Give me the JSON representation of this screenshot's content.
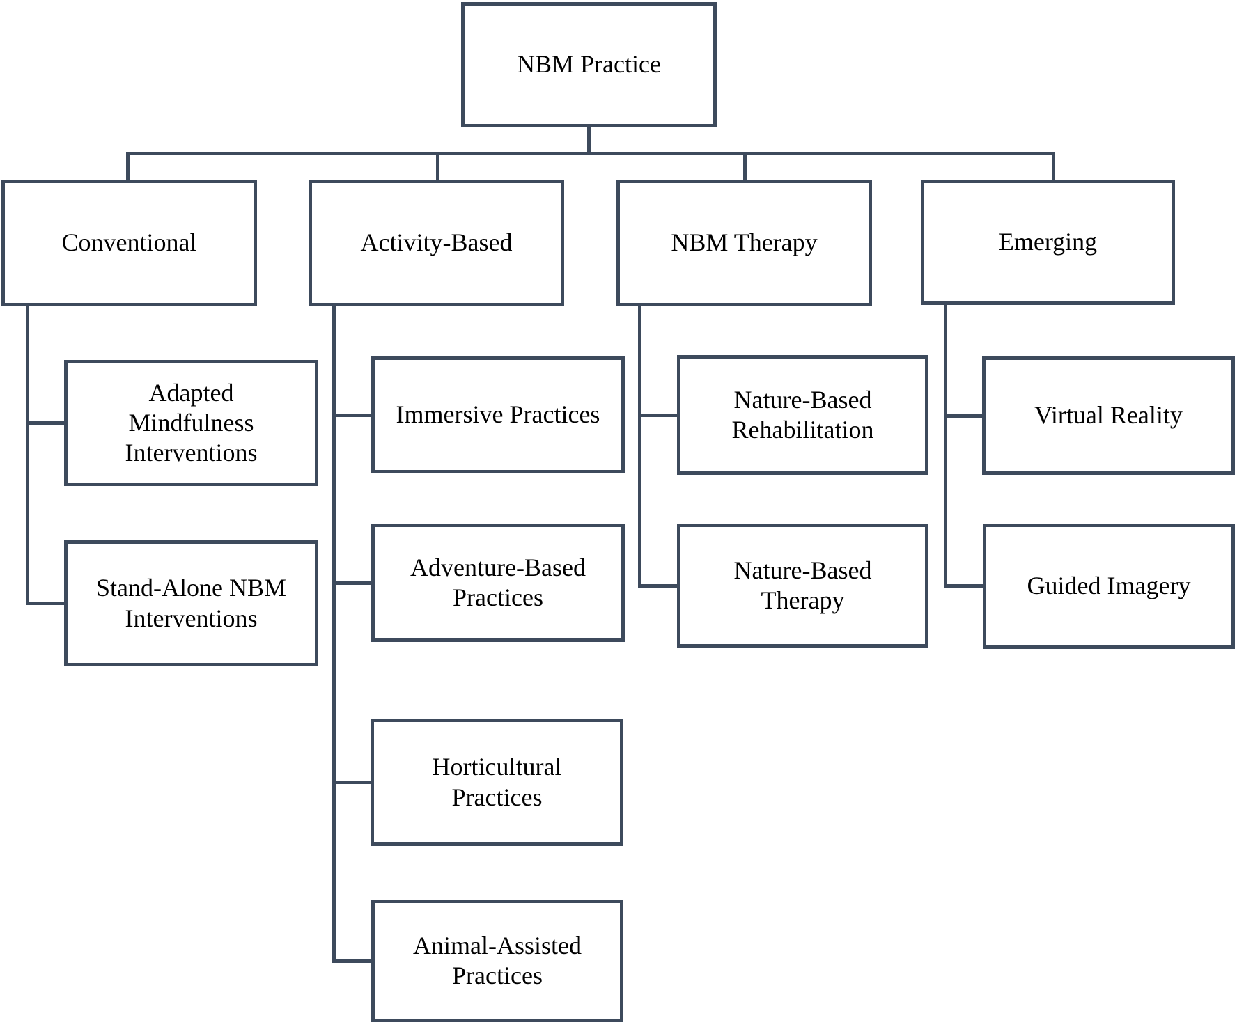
{
  "tree": {
    "root_label": "NBM Practice",
    "branches": [
      {
        "label": "Conventional",
        "children": [
          "Adapted\nMindfulness\nInterventions",
          "Stand-Alone NBM\nInterventions"
        ]
      },
      {
        "label": "Activity-Based",
        "children": [
          "Immersive Practices",
          "Adventure-Based\nPractices",
          "Horticultural\nPractices",
          "Animal-Assisted\nPractices"
        ]
      },
      {
        "label": "NBM Therapy",
        "children": [
          "Nature-Based\nRehabilitation",
          "Nature-Based\nTherapy"
        ]
      },
      {
        "label": "Emerging",
        "children": [
          "Virtual Reality",
          "Guided Imagery"
        ]
      }
    ],
    "colors": {
      "line": "#3d4a5c",
      "box_fill": "#ffffff",
      "text": "#000000"
    }
  }
}
